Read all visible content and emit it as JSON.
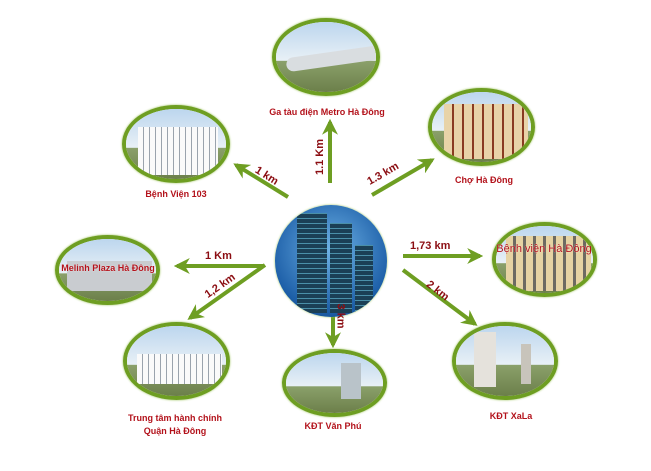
{
  "center": {
    "name": "center-project-image"
  },
  "destinations": [
    {
      "id": "metro",
      "label": "Ga tàu điện Metro Hà Đông",
      "distance": "1.1 Km"
    },
    {
      "id": "benh-vien-103",
      "label": "Bệnh Viện 103",
      "distance": "1 km"
    },
    {
      "id": "cho-ha-dong",
      "label": "Chợ Hà Đông",
      "distance": "1.3 km"
    },
    {
      "id": "melinh-plaza",
      "label": "Melinh Plaza Hà Đông",
      "distance": "1 Km"
    },
    {
      "id": "benh-vien-ha-dong",
      "label": "Bệnh viện Hà Đông",
      "distance": "1,73 km"
    },
    {
      "id": "trung-tam-hanh-chinh",
      "label_line1": "Trung tâm hành chính",
      "label_line2": "Quận Hà Đông",
      "distance": "1,2 km"
    },
    {
      "id": "kdt-van-phu",
      "label": "KĐT Văn Phú",
      "distance": "3 km"
    },
    {
      "id": "kdt-xala",
      "label": "KĐT XaLa",
      "distance": "2 km"
    }
  ],
  "colors": {
    "arrow": "#6e9e22",
    "label": "#b3121b",
    "distance": "#8b0d12"
  }
}
